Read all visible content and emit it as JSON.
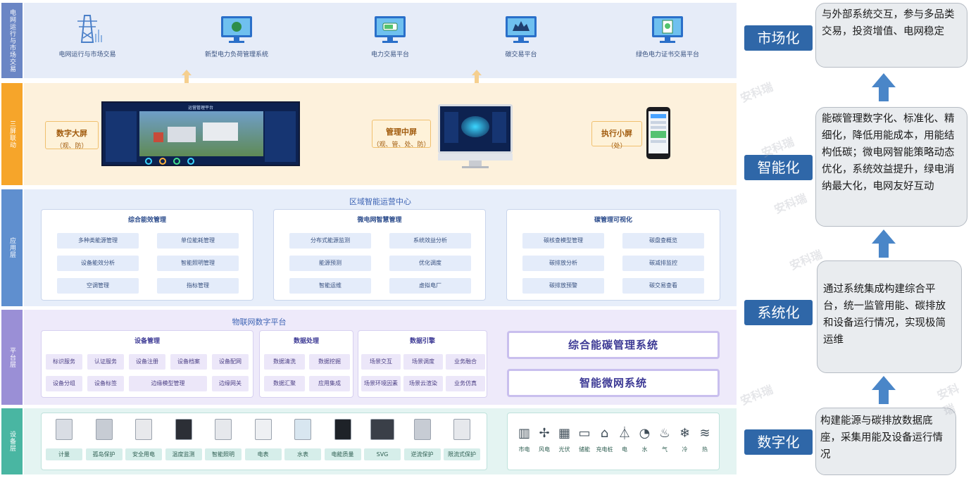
{
  "layers": {
    "l1": "电网运行与市场交易",
    "l2": "三屏联动",
    "l3": "应用层",
    "l4": "平台层",
    "l5": "设备层"
  },
  "systems": [
    {
      "label": "电网运行与市场交易",
      "icon": "power-tower-icon"
    },
    {
      "label": "新型电力负荷管理系统",
      "icon": "monitor-icon"
    },
    {
      "label": "电力交易平台",
      "icon": "monitor-icon"
    },
    {
      "label": "碳交易平台",
      "icon": "monitor-icon"
    },
    {
      "label": "绿色电力证书交易平台",
      "icon": "monitor-icon"
    }
  ],
  "screens": {
    "big": {
      "title": "数字大屏",
      "sub": "（观、防）",
      "caption": "运营管理平台"
    },
    "mid": {
      "title": "管理中屏",
      "sub": "（观、管、处、防）"
    },
    "small": {
      "title": "执行小屏",
      "sub": "（处）"
    }
  },
  "app": {
    "title": "区域智能运营中心",
    "groups": [
      {
        "title": "综合能效管理",
        "items": [
          "多种类能源管理",
          "单位能耗管理",
          "设备能效分析",
          "智能照明管理",
          "空调管理",
          "指标管理"
        ]
      },
      {
        "title": "微电网智慧管理",
        "items": [
          "分布式能源监测",
          "系统效益分析",
          "能源预测",
          "优化调度",
          "智能运维",
          "虚拟电厂"
        ]
      },
      {
        "title": "碳管理可视化",
        "items": [
          "碳核查模型管理",
          "碳盘查概览",
          "碳排放分析",
          "碳减排监控",
          "碳排放预警",
          "碳交易查看"
        ]
      }
    ]
  },
  "platform": {
    "title": "物联网数字平台",
    "device_mgmt": {
      "title": "设备管理",
      "row1": [
        "标识服务",
        "认证服务",
        "设备注册",
        "设备档案",
        "设备配网"
      ],
      "row2": [
        "设备分组",
        "设备标签",
        "边缘模型管理",
        "边缘网关"
      ]
    },
    "data_proc": {
      "title": "数据处理",
      "items": [
        "数据清洗",
        "数据挖掘",
        "数据汇聚",
        "应用集成"
      ]
    },
    "data_engine": {
      "title": "数据引擎",
      "items": [
        "场景交互",
        "场景调度",
        "业务融合",
        "场景环境因素",
        "场景云渲染",
        "业务仿真"
      ]
    },
    "big_buttons": [
      "综合能碳管理系统",
      "智能微网系统"
    ]
  },
  "devices": [
    "计量",
    "孤岛保护",
    "安全用电",
    "温度监测",
    "智能照明",
    "电表",
    "水表",
    "电能质量",
    "SVG",
    "逆流保护",
    "限流式保护"
  ],
  "energy": [
    {
      "label": "市电",
      "icon": "grid-icon"
    },
    {
      "label": "风电",
      "icon": "wind-turbine-icon"
    },
    {
      "label": "光伏",
      "icon": "solar-panel-icon"
    },
    {
      "label": "储能",
      "icon": "battery-icon"
    },
    {
      "label": "充电桩",
      "icon": "charger-icon"
    },
    {
      "label": "电",
      "icon": "pylon-icon"
    },
    {
      "label": "水",
      "icon": "water-drop-icon"
    },
    {
      "label": "气",
      "icon": "gas-flame-icon"
    },
    {
      "label": "冷",
      "icon": "snowflake-icon"
    },
    {
      "label": "热",
      "icon": "heat-icon"
    }
  ],
  "right": [
    {
      "label": "市场化",
      "text": "与外部系统交互，参与多品类交易，投资增值、电网稳定"
    },
    {
      "label": "智能化",
      "text": "能碳管理数字化、标准化、精细化，降低用能成本，用能结构低碳；微电网智能策略动态优化，系统效益提升，绿电消纳最大化，电网友好互动"
    },
    {
      "label": "系统化",
      "text": "通过系统集成构建综合平台，统一监管用能、碳排放和设备运行情况，实现极简运维"
    },
    {
      "label": "数字化",
      "text": "构建能源与碳排放数据底座，采集用能及设备运行情况"
    }
  ],
  "watermark": "安科瑞",
  "colors": {
    "market": "#6b86c5",
    "screen": "#f6a52a",
    "app": "#5f8fcf",
    "platform": "#9a8fd6",
    "device": "#49b6a2",
    "label": "#2f67a8",
    "arrow": "#4a86c8"
  }
}
